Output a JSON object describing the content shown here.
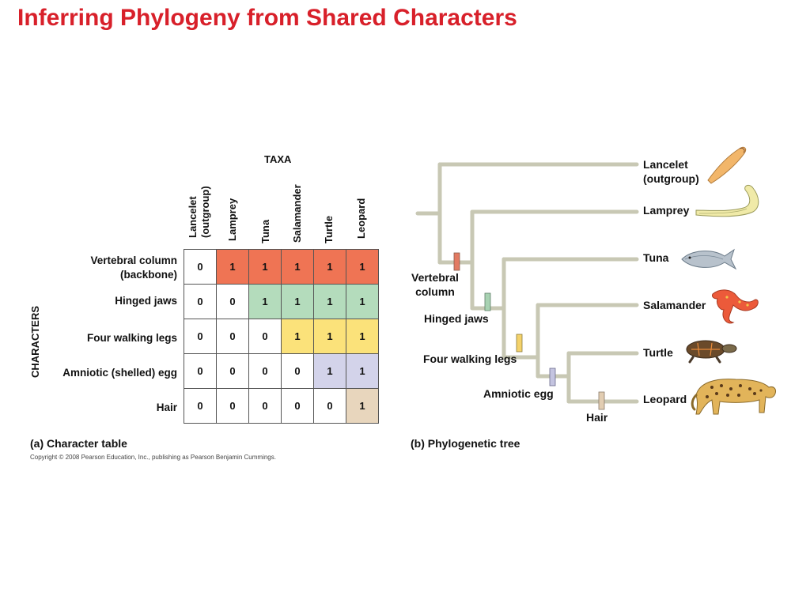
{
  "title": "Inferring Phylogeny from Shared Characters",
  "table": {
    "taxa_heading": "TAXA",
    "characters_heading": "CHARACTERS",
    "columns": [
      {
        "line1": "Lancelet",
        "line2": "(outgroup)"
      },
      {
        "line1": "Lamprey",
        "line2": ""
      },
      {
        "line1": "Tuna",
        "line2": ""
      },
      {
        "line1": "Salamander",
        "line2": ""
      },
      {
        "line1": "Turtle",
        "line2": ""
      },
      {
        "line1": "Leopard",
        "line2": ""
      }
    ],
    "rows": [
      {
        "label_line1": "Vertebral column",
        "label_line2": "(backbone)",
        "values": [
          "0",
          "1",
          "1",
          "1",
          "1",
          "1"
        ],
        "color": "#ef7454"
      },
      {
        "label_line1": "Hinged jaws",
        "label_line2": "",
        "values": [
          "0",
          "0",
          "1",
          "1",
          "1",
          "1"
        ],
        "color": "#b4dcbc"
      },
      {
        "label_line1": "Four walking legs",
        "label_line2": "",
        "values": [
          "0",
          "0",
          "0",
          "1",
          "1",
          "1"
        ],
        "color": "#fbe27a"
      },
      {
        "label_line1": "Amniotic (shelled) egg",
        "label_line2": "",
        "values": [
          "0",
          "0",
          "0",
          "0",
          "1",
          "1"
        ],
        "color": "#d3d3ea"
      },
      {
        "label_line1": "Hair",
        "label_line2": "",
        "values": [
          "0",
          "0",
          "0",
          "0",
          "0",
          "1"
        ],
        "color": "#e8d6bd"
      }
    ],
    "caption": "(a) Character table"
  },
  "tree": {
    "caption": "(b) Phylogenetic tree",
    "taxa": {
      "lancelet_line1": "Lancelet",
      "lancelet_line2": "(outgroup)",
      "lamprey": "Lamprey",
      "tuna": "Tuna",
      "salamander": "Salamander",
      "turtle": "Turtle",
      "leopard": "Leopard"
    },
    "characters": {
      "vertebral_line1": "Vertebral",
      "vertebral_line2": "column",
      "hinged_jaws": "Hinged jaws",
      "four_walking_legs": "Four walking legs",
      "amniotic_egg": "Amniotic egg",
      "hair": "Hair"
    },
    "branch_color": "#c8c8b4",
    "marker_colors": {
      "vertebral": "#e27a62",
      "hinged_jaws": "#a8d2b2",
      "four_walking_legs": "#f4d26a",
      "amniotic_egg": "#c4c4e0",
      "hair": "#e2cdb2"
    }
  },
  "copyright": "Copyright © 2008 Pearson Education, Inc., publishing as Pearson Benjamin Cummings.",
  "icons": [
    "lancelet-icon",
    "lamprey-icon",
    "tuna-icon",
    "salamander-icon",
    "turtle-icon",
    "leopard-icon"
  ]
}
